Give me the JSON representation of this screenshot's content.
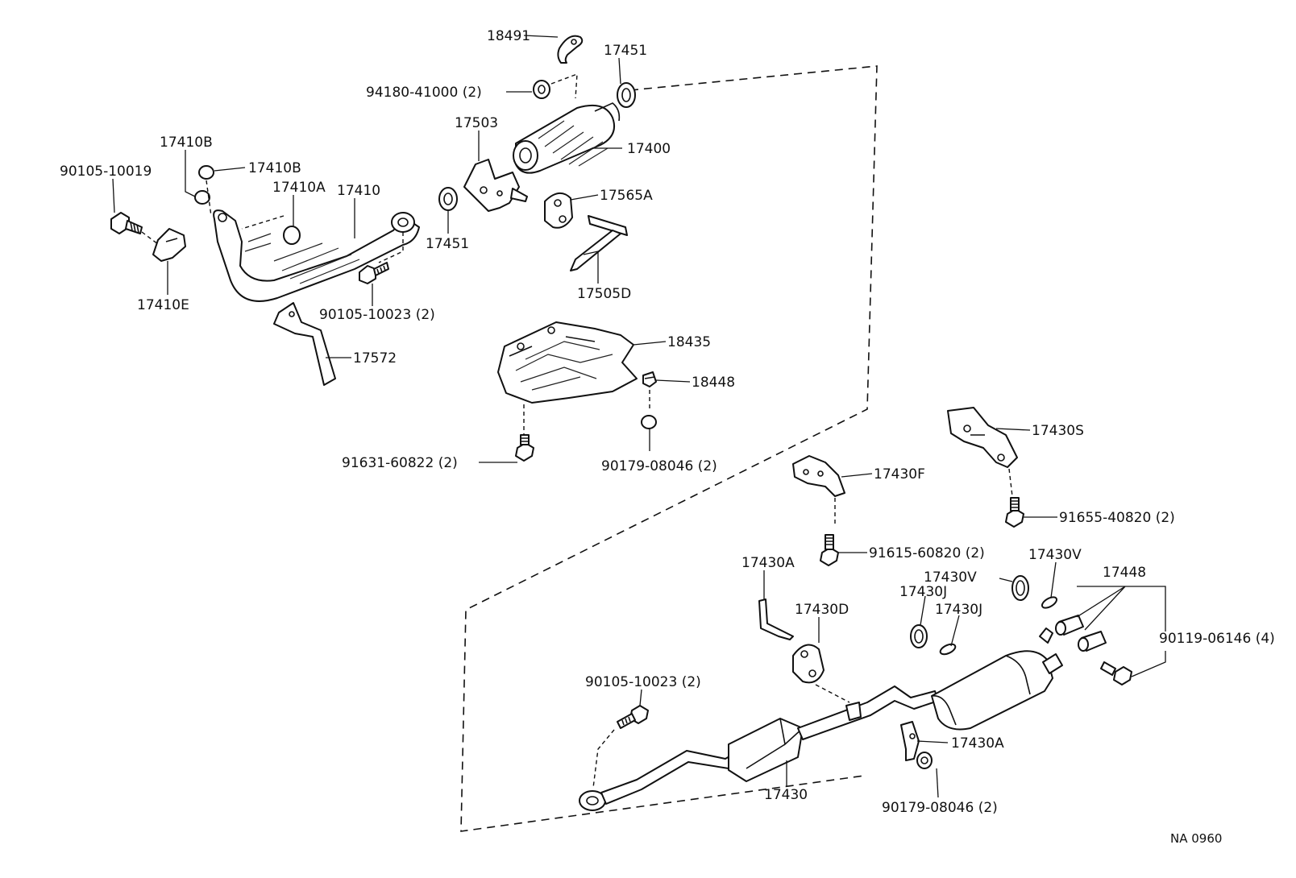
{
  "diagram": {
    "reference_code": "NA 0960",
    "labels": {
      "p18491": "18491",
      "p17451_top": "17451",
      "p94180": "94180-41000 (2)",
      "p17503": "17503",
      "p17400": "17400",
      "p17410B_a": "17410B",
      "p17410B_b": "17410B",
      "p90105_10019": "90105-10019",
      "p17410A": "17410A",
      "p17410": "17410",
      "p17565A": "17565A",
      "p17451_mid": "17451",
      "p17505D": "17505D",
      "p17410E": "17410E",
      "p90105_10023_top": "90105-10023 (2)",
      "p18435": "18435",
      "p17572": "17572",
      "p18448": "18448",
      "p91631": "91631-60822 (2)",
      "p90179_top": "90179-08046 (2)",
      "p17430S": "17430S",
      "p17430F": "17430F",
      "p91655": "91655-40820 (2)",
      "p91615": "91615-60820 (2)",
      "p17430A_top": "17430A",
      "p17430V_a": "17430V",
      "p17430V_b": "17430V",
      "p17448": "17448",
      "p17430J_a": "17430J",
      "p17430J_b": "17430J",
      "p17430D": "17430D",
      "p90119": "90119-06146 (4)",
      "p90105_10023_bot": "90105-10023 (2)",
      "p17430A_bot": "17430A",
      "p17430": "17430",
      "p90179_bot": "90179-08046 (2)"
    }
  }
}
